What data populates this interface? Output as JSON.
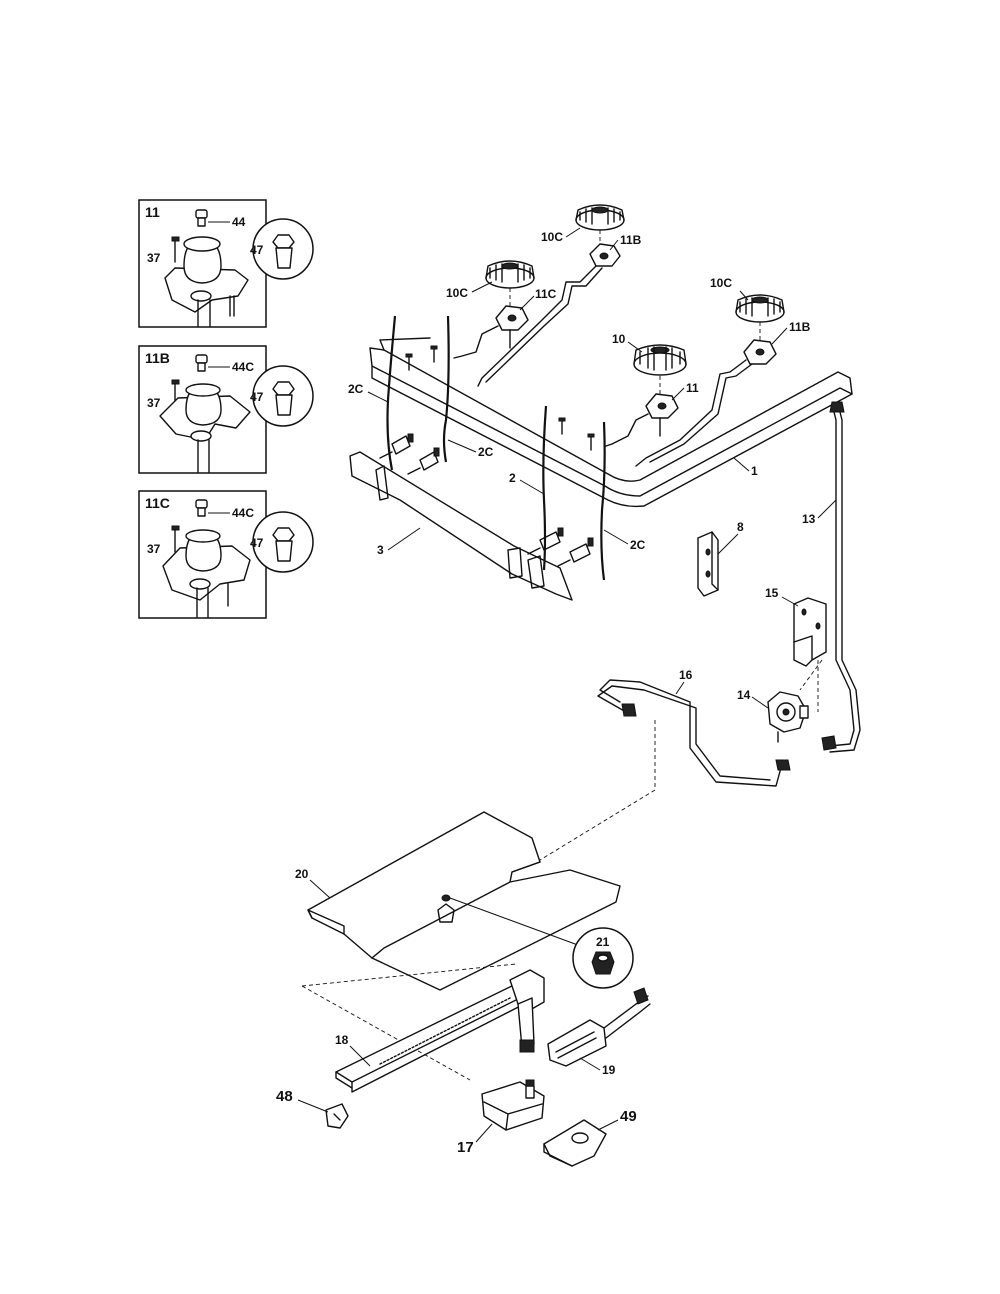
{
  "inset_titles": [
    "11",
    "11B",
    "11C"
  ],
  "inset_labels": {
    "screw": "37",
    "cap_11": "44",
    "cap_11b": "44C",
    "cap_11c": "44C",
    "circle": "47"
  },
  "callouts": {
    "p1": "1",
    "p2": "2",
    "p2c_a": "2C",
    "p2c_b": "2C",
    "p2c_c": "2C",
    "p3": "3",
    "p8": "8",
    "p10": "10",
    "p10c_a": "10C",
    "p10c_b": "10C",
    "p10c_c": "10C",
    "p11": "11",
    "p11b_a": "11B",
    "p11b_b": "11B",
    "p11c": "11C",
    "p13": "13",
    "p14": "14",
    "p15": "15",
    "p16": "16",
    "p17": "17",
    "p18": "18",
    "p19": "19",
    "p20": "20",
    "p21": "21",
    "p48": "48",
    "p49": "49"
  }
}
